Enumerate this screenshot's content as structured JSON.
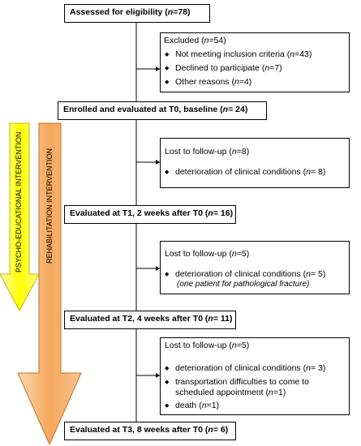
{
  "stages": {
    "s0": {
      "text": "Assessed for eligibility",
      "n": "78"
    },
    "s1": {
      "text": "Enrolled and evaluated at T0, baseline",
      "n": "24"
    },
    "s2": {
      "text": "Evaluated at T1, 2 weeks after T0",
      "n": "16"
    },
    "s3": {
      "text": "Evaluated at T2, 4 weeks after T0",
      "n": "11"
    },
    "s4": {
      "text": "Evaluated at T3, 8 weeks after T0",
      "n": "6"
    }
  },
  "side": {
    "excluded": {
      "title": "Excluded",
      "n": "54",
      "items": [
        {
          "text": "Not meeting inclusion criteria",
          "n": "43"
        },
        {
          "text": "Declined to participate",
          "n": "7"
        },
        {
          "text": "Other reasons",
          "n": "4"
        }
      ]
    },
    "lost1": {
      "title": "Lost to follow-up",
      "n": "8",
      "items": [
        {
          "text": "deterioration of clinical conditions",
          "n": "8"
        }
      ]
    },
    "lost2": {
      "title": "Lost to follow-up",
      "n": "5",
      "items": [
        {
          "text": "deterioration of clinical conditions",
          "n": "5"
        }
      ],
      "note": "(one patient for pathological fracture)"
    },
    "lost3": {
      "title": "Lost to follow-up",
      "n": "5",
      "items": [
        {
          "text": "deterioration of clinical conditions",
          "n": "3"
        },
        {
          "text": "transportation difficulties to come to",
          "n": ""
        },
        {
          "text": "scheduled appointment",
          "n": "1"
        },
        {
          "text": "death",
          "n": "1"
        }
      ]
    }
  },
  "arrows": {
    "psycho": {
      "label": "PSYCHO-EDUCATIONAL INTERVENTION",
      "color": "#ffff00"
    },
    "rehab": {
      "label": "REHABILITATION INTERVENTION",
      "color": "#f5a85c"
    }
  }
}
